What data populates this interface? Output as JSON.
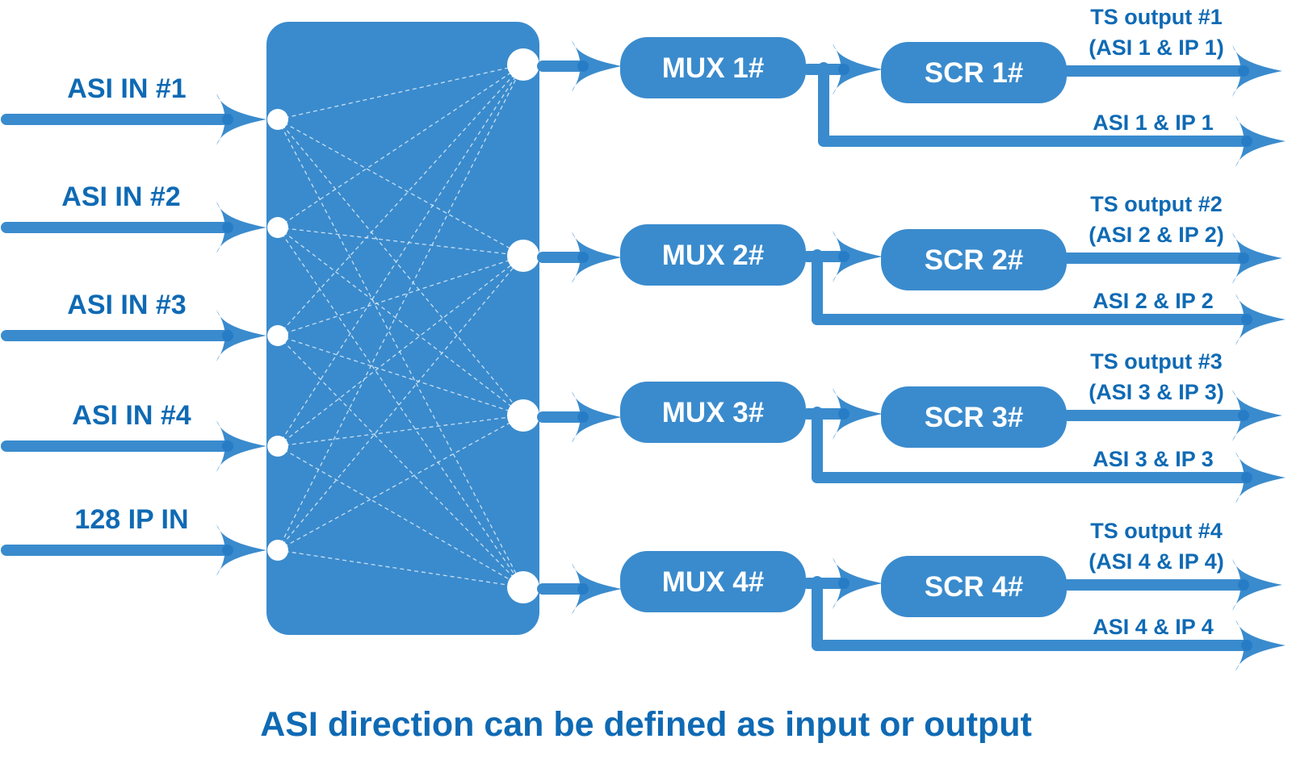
{
  "colors": {
    "primary": "#3a8bcd",
    "primary_dark": "#1a73c1",
    "text": "#0f6ab4",
    "node": "#ffffff",
    "matrix_line": "#d6e8f8"
  },
  "inputs": [
    {
      "label": "ASI IN #1"
    },
    {
      "label": "ASI IN #2"
    },
    {
      "label": "ASI IN #3"
    },
    {
      "label": "ASI IN #4"
    },
    {
      "label": "128 IP IN"
    }
  ],
  "matrix": {
    "name": "switch-matrix",
    "connections": "all-to-all"
  },
  "channels": [
    {
      "mux": "MUX 1#",
      "scr": "SCR 1#",
      "ts_output": "TS output #1",
      "ts_output_sub": "(ASI 1 & IP 1)",
      "bypass": "ASI 1 & IP 1"
    },
    {
      "mux": "MUX 2#",
      "scr": "SCR 2#",
      "ts_output": "TS output #2",
      "ts_output_sub": "(ASI 2 & IP 2)",
      "bypass": "ASI 2 & IP 2"
    },
    {
      "mux": "MUX 3#",
      "scr": "SCR 3#",
      "ts_output": "TS output #3",
      "ts_output_sub": "(ASI 3 & IP 3)",
      "bypass": "ASI 3 & IP 3"
    },
    {
      "mux": "MUX 4#",
      "scr": "SCR 4#",
      "ts_output": "TS output #4",
      "ts_output_sub": "(ASI 4 & IP 4)",
      "bypass": "ASI 4 & IP 4"
    }
  ],
  "caption": "ASI direction can be defined as input or output"
}
